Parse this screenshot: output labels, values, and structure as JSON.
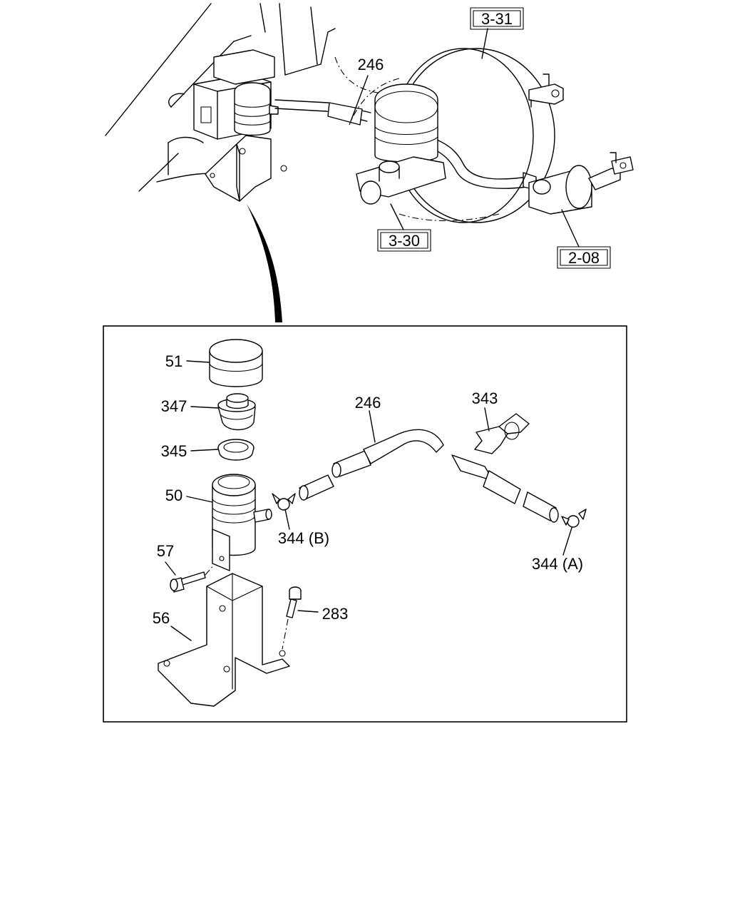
{
  "upper_view": {
    "references": [
      {
        "id": "ref-3-31",
        "text": "3-31"
      },
      {
        "id": "ref-3-30",
        "text": "3-30"
      },
      {
        "id": "ref-2-08",
        "text": "2-08"
      }
    ],
    "callouts": [
      {
        "id": "upper-246",
        "text": "246"
      }
    ]
  },
  "exploded_view": {
    "callouts": [
      {
        "id": "part-51",
        "text": "51"
      },
      {
        "id": "part-347",
        "text": "347"
      },
      {
        "id": "part-345",
        "text": "345"
      },
      {
        "id": "part-50",
        "text": "50"
      },
      {
        "id": "part-57",
        "text": "57"
      },
      {
        "id": "part-56",
        "text": "56"
      },
      {
        "id": "part-283",
        "text": "283"
      },
      {
        "id": "part-246",
        "text": "246"
      },
      {
        "id": "part-343",
        "text": "343"
      },
      {
        "id": "part-344b",
        "text": "344 (B)"
      },
      {
        "id": "part-344a",
        "text": "344 (A)"
      }
    ]
  }
}
